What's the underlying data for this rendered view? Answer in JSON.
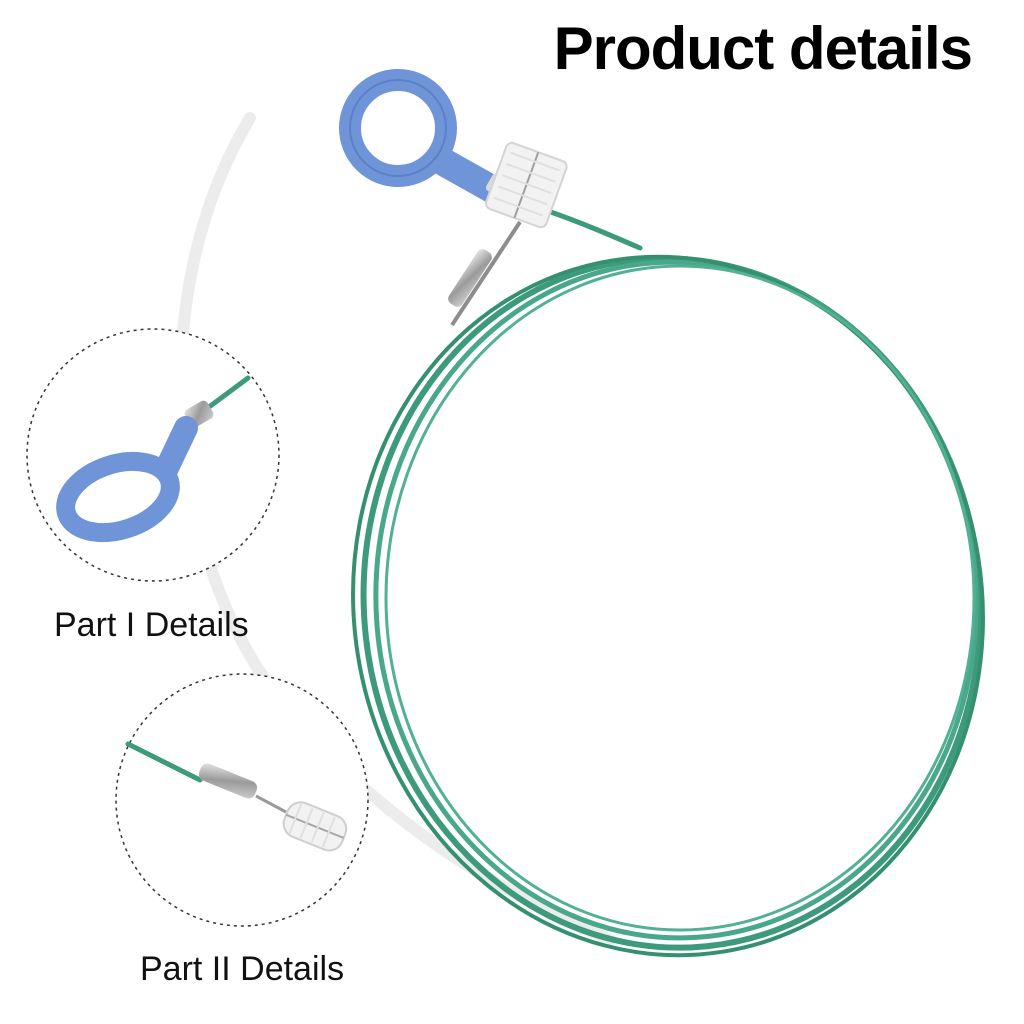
{
  "header": {
    "title": "Product details"
  },
  "details": [
    {
      "caption": "Part I Details"
    },
    {
      "caption": "Part II Details"
    }
  ],
  "colors": {
    "cable": "#3d9a7c",
    "handle": "#6f94d8",
    "brush": "#eeeeee",
    "background": "#ffffff",
    "text": "#000000"
  }
}
